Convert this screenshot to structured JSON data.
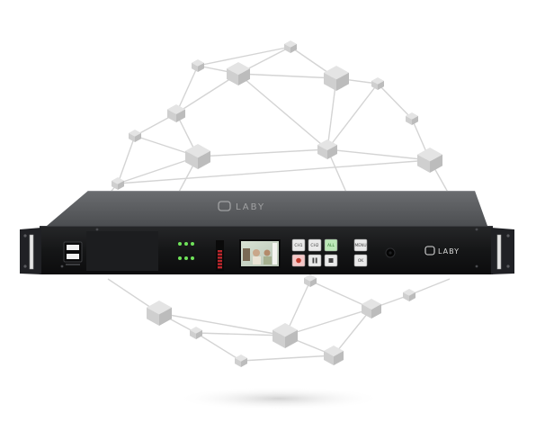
{
  "product": {
    "brand_top": "LABY",
    "brand_front": "LABY"
  },
  "front_panel": {
    "buttons": [
      {
        "id": "ch1",
        "label": "CH1",
        "color": "#e9e9e9",
        "text_color": "#444444"
      },
      {
        "id": "ch2",
        "label": "CH2",
        "color": "#e9e9e9",
        "text_color": "#444444"
      },
      {
        "id": "all",
        "label": "ALL",
        "color": "#bde8b8",
        "text_color": "#2f7a2f"
      },
      {
        "id": "rec",
        "label": "",
        "icon": "record-icon",
        "color": "#f3c7c7",
        "text_color": "#c0392b"
      },
      {
        "id": "pause",
        "label": "",
        "icon": "pause-icon",
        "color": "#e9e9e9",
        "text_color": "#444444"
      },
      {
        "id": "stop",
        "label": "",
        "icon": "stop-icon",
        "color": "#e9e9e9",
        "text_color": "#444444"
      },
      {
        "id": "menu",
        "label": "MENU",
        "color": "#e9e9e9",
        "text_color": "#444444"
      },
      {
        "id": "ok",
        "label": "OK",
        "color": "#e9e9e9",
        "text_color": "#444444"
      }
    ],
    "status_leds": {
      "on_color": "#6fe35a",
      "count": 6
    },
    "level_meter": {
      "color": "#c0272d",
      "segments": 6
    },
    "usb_ports": 2
  },
  "colors": {
    "chassis_top": "#5f6164",
    "chassis_front": "#17181a",
    "rack_ear": "#23242a",
    "network": "#d2d2d2",
    "cube": "#d6d6d6"
  },
  "icons": [
    "usb-port-icon",
    "ir-sensor-icon",
    "laby-logo-icon",
    "rack-handle-icon"
  ]
}
